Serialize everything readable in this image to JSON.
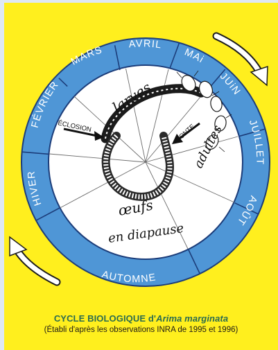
{
  "colors": {
    "background_yellow": "#ffef1e",
    "ring_blue": "#4f96d6",
    "caption_green": "#2a6b50"
  },
  "diagram": {
    "months": [
      "MARS",
      "AVRIL",
      "MAi",
      "JUiN",
      "JUILLET",
      "AOÛT",
      "AUTOMNE",
      "HIVER",
      "FÉVRIER"
    ],
    "stages": {
      "larvae": "larves",
      "adults": "adultes",
      "eggs_line1": "œufs",
      "eggs_line2": "en diapause"
    },
    "events": {
      "hatching": "ÉCLOSION",
      "laying": "PONTE"
    },
    "arrows": [
      "clockwise-arrow-icon",
      "clockwise-arrow-icon"
    ]
  },
  "caption": {
    "title_prefix": "CYCLE BIOLOGIQUE d'",
    "title_species": "Arima marginata",
    "subtitle": "(Établi d'après les observations INRA de 1995 et 1996)"
  }
}
